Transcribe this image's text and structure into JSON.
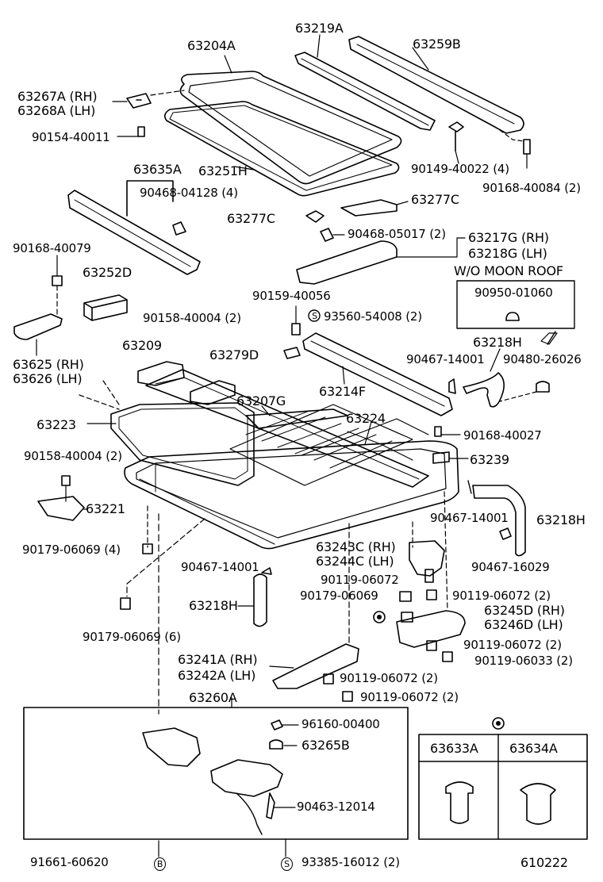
{
  "labels": {
    "l63204A": "63204A",
    "l63219A": "63219A",
    "l63259B": "63259B",
    "l63267A": "63267A (RH)",
    "l63268A": "63268A (LH)",
    "l90154": "90154-40011",
    "l90149": "90149-40022 (4)",
    "l90168a": "90168-40084 (2)",
    "l63251H": "63251H",
    "l63635A": "63635A",
    "l90468a": "90468-04128 (4)",
    "l63277Ca": "63277C",
    "l63277Cb": "63277C",
    "l90468b": "90468-05017 (2)",
    "l63217G": "63217G (RH)",
    "l63218G": "63218G (LH)",
    "l90168b": "90168-40079",
    "l63252D": "63252D",
    "lWO": "W/O MOON ROOF",
    "l90950": "90950-01060",
    "l90159": "90159-40056",
    "l93560": "93560-54008 (2)",
    "l90158a": "90158-40004 (2)",
    "l63218Ha": "63218H",
    "l63209": "63209",
    "l63279D": "63279D",
    "l90467a": "90467-14001",
    "l90480": "90480-26026",
    "l63625": "63625 (RH)",
    "l63626": "63626 (LH)",
    "l63214F": "63214F",
    "l63207G": "63207G",
    "l63223": "63223",
    "l63224": "63224",
    "l90168c": "90168-40027",
    "l90158b": "90158-40004 (2)",
    "l63239": "63239",
    "l63221": "63221",
    "l90467b": "90467-14001",
    "l63218Hb": "63218H",
    "l90179a": "90179-06069 (4)",
    "l63243C": "63243C (RH)",
    "l63244C": "63244C (LH)",
    "l90467c": "90467-14001",
    "l90467d": "90467-16029",
    "l90119a": "90119-06072",
    "l90179b": "90179-06069",
    "l90119b": "90119-06072 (2)",
    "l63218Hc": "63218H",
    "l63245D": "63245D (RH)",
    "l63246D": "63246D (LH)",
    "l90179c": "90179-06069 (6)",
    "l90119c": "90119-06072 (2)",
    "l90119d": "90119-06033 (2)",
    "l63241A": "63241A (RH)",
    "l63242A": "63242A (LH)",
    "l90119e": "90119-06072 (2)",
    "l90119f": "90119-06072 (2)",
    "l63260A": "63260A",
    "l96160": "96160-00400",
    "l63265B": "63265B",
    "l90463": "90463-12014",
    "l63633A": "63633A",
    "l63634A": "63634A",
    "l91661": "91661-60620",
    "l93385": "93385-16012 (2)",
    "l610222": "610222",
    "sym_s1": "S",
    "sym_s2": "S",
    "sym_b": "B"
  }
}
